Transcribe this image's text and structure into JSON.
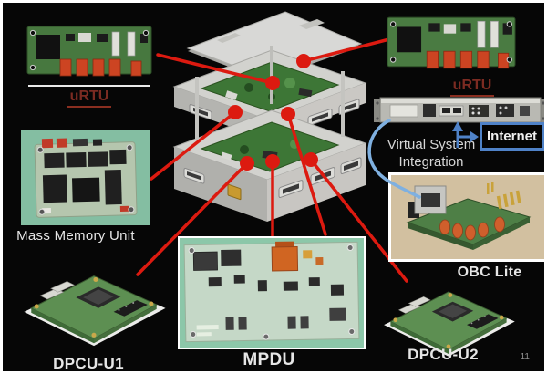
{
  "figure": {
    "title_hint": "Avionics stack exploded view with unit photos",
    "page_number": "11",
    "units": {
      "urtu_left": {
        "label": "uRTU"
      },
      "urtu_right": {
        "label": "uRTU"
      },
      "mass_memory": {
        "label": "Mass Memory Unit"
      },
      "dpcu_u1": {
        "label": "DPCU-U1"
      },
      "mpdu": {
        "label": "MPDU"
      },
      "dpcu_u2": {
        "label": "DPCU-U2"
      },
      "obc_lite": {
        "label": "OBC Lite"
      }
    },
    "virtual_system": {
      "line1": "Virtual System",
      "line2": "Integration",
      "internet_label": "Internet"
    }
  },
  "colors": {
    "background": "#060606",
    "frame_white": "#ffffff",
    "connector_red": "#dc1a10",
    "cable_blue": "#7fb0e0",
    "arrow_blue": "#4f82c8",
    "internet_border": "#4f82c8",
    "label_white": "#e6e6e6",
    "urtu_label_maroon": "#7c2b22",
    "mmu_photo_bg": "#84bea2",
    "mpdu_photo_bg": "#8cc7a9",
    "obc_photo_bg": "#d2c0a0",
    "cad_gray": "#d8d8d6",
    "pcb_green": "#3d7636"
  }
}
